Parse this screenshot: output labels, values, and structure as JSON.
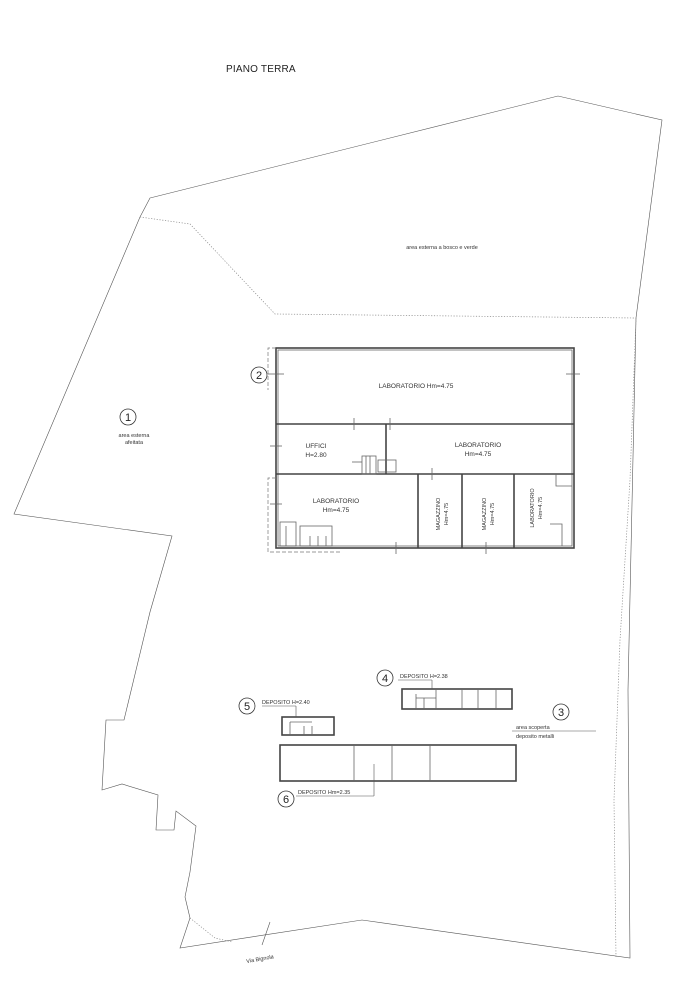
{
  "title": "PIANO TERRA",
  "areas": {
    "external_wood": "area esterna a bosco e verde",
    "external_leased_line1": "area esterna",
    "external_leased_line2": "afeitata",
    "uncovered_line1": "area scoperta",
    "uncovered_line2": "deposito metalli",
    "street": "Via Bignola"
  },
  "markers": [
    "1",
    "2",
    "3",
    "4",
    "5",
    "6"
  ],
  "rooms": {
    "lab_top": "LABORATORIO Hm=4.75",
    "uffici_line1": "UFFICI",
    "uffici_line2": "H=2.80",
    "lab_mid_line1": "LABORATORIO",
    "lab_mid_line2": "Hm=4.75",
    "lab_left_line1": "LABORATORIO",
    "lab_left_line2": "Hm=4.75",
    "magazzino1_line1": "MAGAZZINO",
    "magazzino1_line2": "Hm=4.75",
    "magazzino2_line1": "MAGAZZINO",
    "magazzino2_line2": "Hm=4.75",
    "lab_right_line1": "LABORATORIO",
    "lab_right_line2": "Hm=4.75"
  },
  "deposits": {
    "d4": "DEPOSITO H=2.38",
    "d5": "DEPOSITO H=2.40",
    "d6": "DEPOSITO Hm=2.35"
  }
}
